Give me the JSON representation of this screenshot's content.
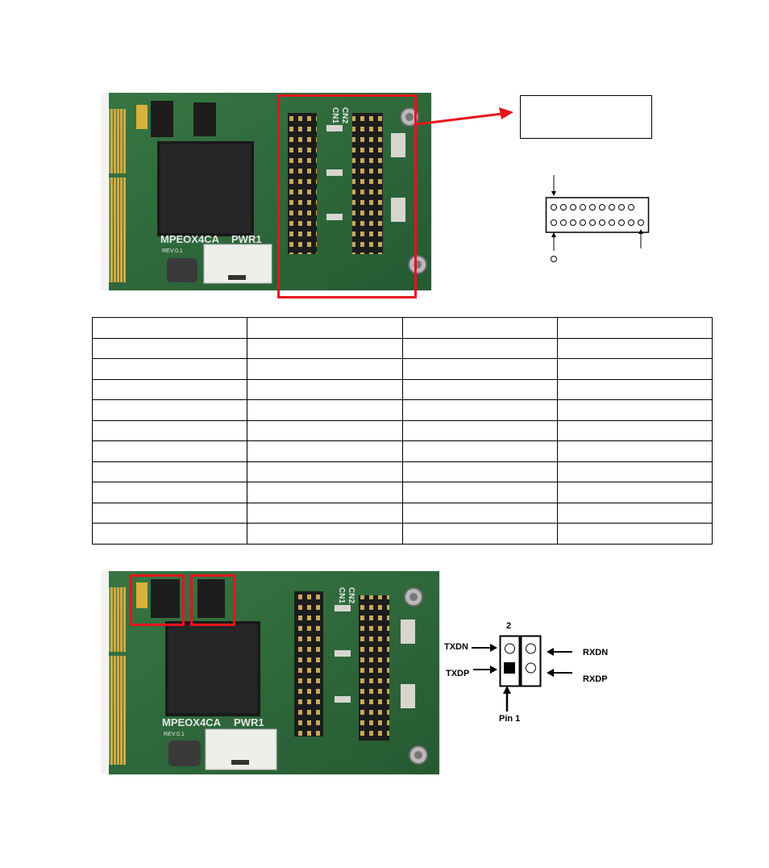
{
  "top_photo": {
    "board_model": "MPEOX4CA",
    "connector_label_1": "CN1",
    "connector_label_2": "CN2",
    "power_label": "PWR1",
    "rev_label": "REV:0.1"
  },
  "header_callout": {
    "box_text": ""
  },
  "pin_table": {
    "rows": [
      [
        "",
        "",
        "",
        ""
      ],
      [
        "",
        "",
        "",
        ""
      ],
      [
        "",
        "",
        "",
        ""
      ],
      [
        "",
        "",
        "",
        ""
      ],
      [
        "",
        "",
        "",
        ""
      ],
      [
        "",
        "",
        "",
        ""
      ],
      [
        "",
        "",
        "",
        ""
      ],
      [
        "",
        "",
        "",
        ""
      ],
      [
        "",
        "",
        "",
        ""
      ],
      [
        "",
        "",
        "",
        ""
      ],
      [
        "",
        "",
        "",
        ""
      ]
    ]
  },
  "bottom_photo": {
    "board_model": "MPEOX4CA",
    "connector_label_1": "CN1",
    "connector_label_2": "CN2",
    "power_label": "PWR1",
    "rev_label": "REV:0.1"
  },
  "jumper_diagram": {
    "pin_top_label": "2",
    "txdn": "TXDN",
    "txdp": "TXDP",
    "rxdn": "RXDN",
    "rxdp": "RXDP",
    "pin1": "Pin 1"
  },
  "colors": {
    "highlight": "#e8141c",
    "pcb_green": "#2f6b3c",
    "gold": "#c9a23a"
  }
}
